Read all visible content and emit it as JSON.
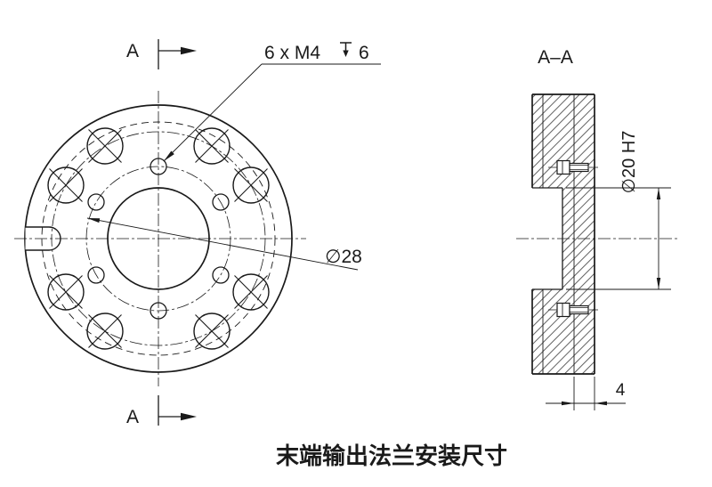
{
  "colors": {
    "background": "#ffffff",
    "ink": "#1a1a1a"
  },
  "front_view": {
    "cut_label": "A",
    "thread_note": {
      "text": "6 x M4",
      "depth": "6"
    },
    "pitch_circle_dia": "∅28"
  },
  "section_view": {
    "label": "A–A",
    "bore_dim": "∅20 H7",
    "thickness_dim": "4"
  },
  "caption": "末端输出法兰安装尺寸"
}
